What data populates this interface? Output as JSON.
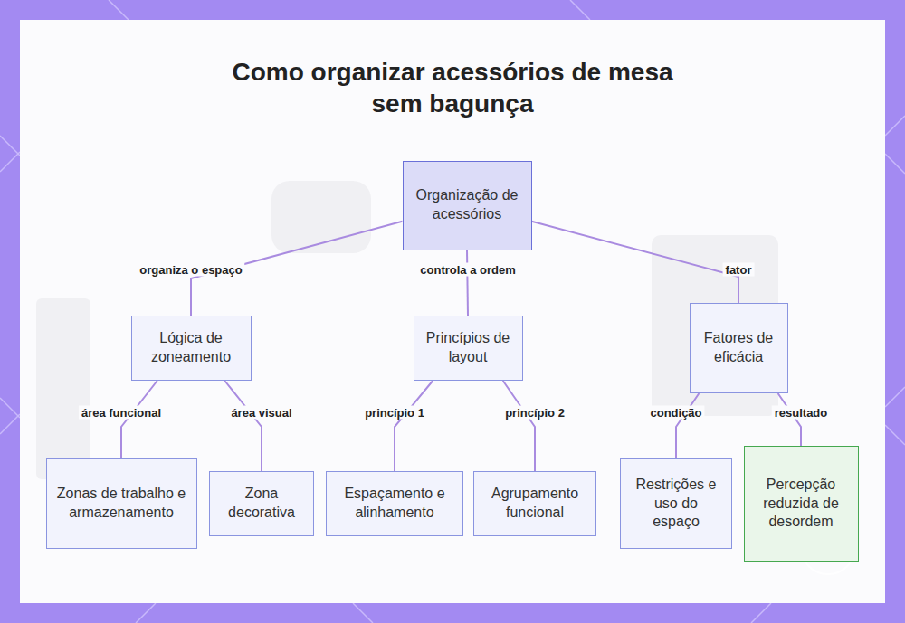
{
  "diagram": {
    "title": "Como organizar acessórios de mesa sem bagunça",
    "nodes": [
      {
        "text": [
          "Organização de acessórios"
        ]
      },
      {
        "text": [
          "Lógica de zoneamento"
        ]
      },
      {
        "text": [
          "Princípios de layout"
        ]
      },
      {
        "text": [
          "Fatores de eficácia"
        ]
      },
      {
        "text": [
          "Zonas de trabalho e armazenamento"
        ]
      },
      {
        "text": [
          "Zona decorativa"
        ]
      },
      {
        "text": [
          "Espaçamento e alinhamento"
        ]
      },
      {
        "text": [
          "Agrupamento funcional"
        ]
      },
      {
        "text": [
          "Restrições e uso do espaço"
        ]
      },
      {
        "text": [
          "Percepção reduzida de desordem"
        ]
      }
    ],
    "edges": [
      {
        "from": 0,
        "to": 1,
        "label": "organiza o espaço",
        "arrow": "none"
      },
      {
        "from": 0,
        "to": 2,
        "label": "controla a ordem",
        "arrow": "none"
      },
      {
        "from": 0,
        "to": 3,
        "label": "fator",
        "arrow": "none"
      },
      {
        "from": 1,
        "to": 4,
        "label": "área funcional",
        "arrow": "none"
      },
      {
        "from": 1,
        "to": 5,
        "label": "área visual",
        "arrow": "none"
      },
      {
        "from": 2,
        "to": 6,
        "label": "princípio 1",
        "arrow": "none"
      },
      {
        "from": 2,
        "to": 7,
        "label": "princípio 2",
        "arrow": "none"
      },
      {
        "from": 3,
        "to": 8,
        "label": "condição",
        "arrow": "none"
      },
      {
        "from": 3,
        "to": 9,
        "label": "resultado",
        "arrow": "none"
      }
    ]
  }
}
